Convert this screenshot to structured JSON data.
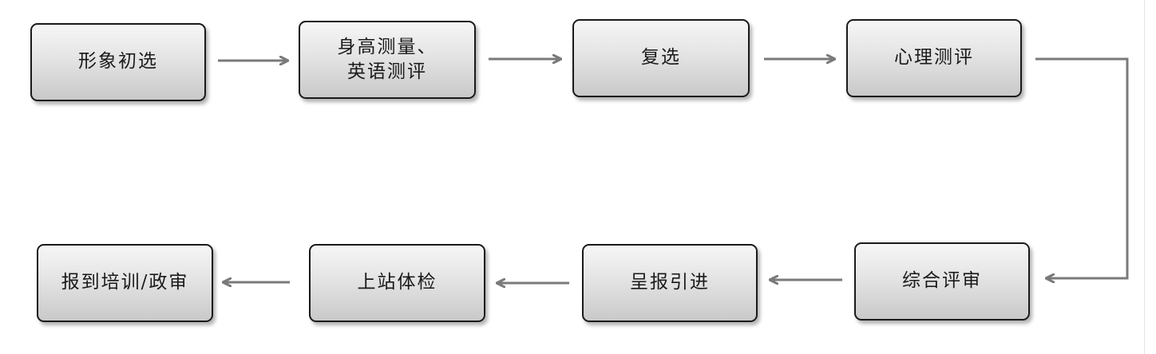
{
  "flow": {
    "steps": [
      {
        "label": "形象初选"
      },
      {
        "label": "身高测量、\n英语测评"
      },
      {
        "label": "复选"
      },
      {
        "label": "心理测评"
      },
      {
        "label": "综合评审"
      },
      {
        "label": "呈报引进"
      },
      {
        "label": "上站体检"
      },
      {
        "label": "报到培训/政审"
      }
    ],
    "arrow_color": "#7a7a7a"
  }
}
